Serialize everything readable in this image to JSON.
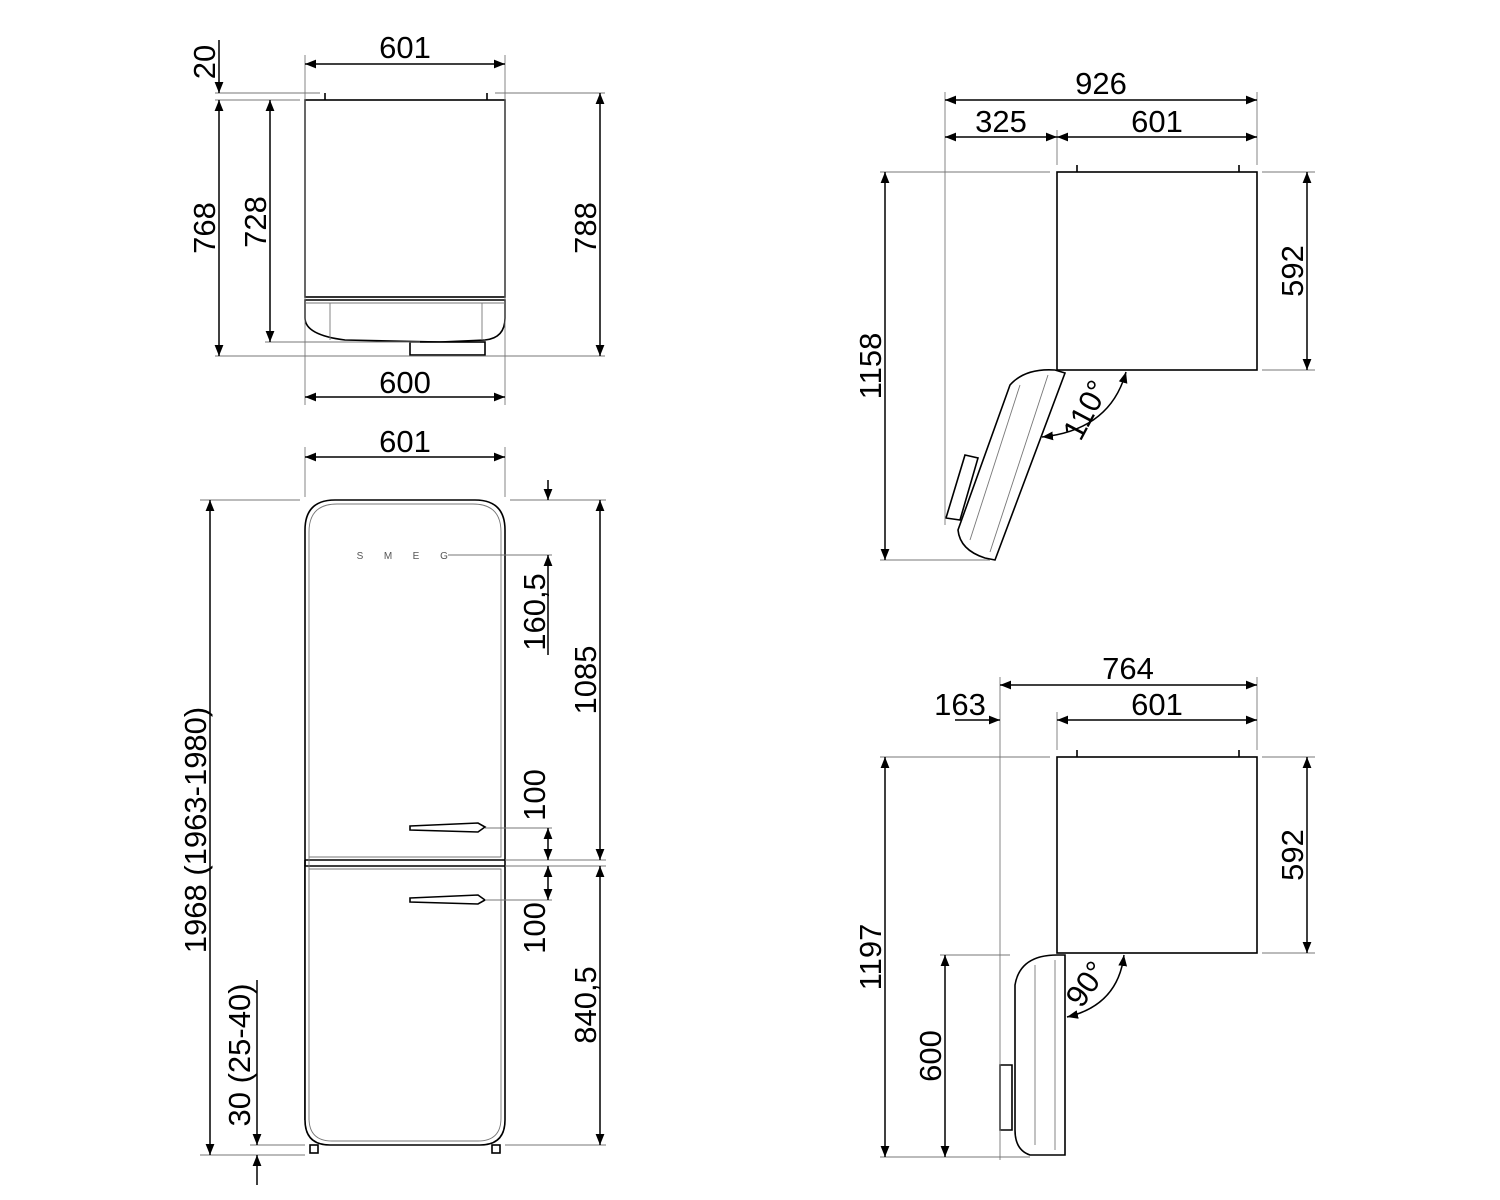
{
  "top_view": {
    "width_top": "601",
    "feet_height": "20",
    "depth_768": "768",
    "depth_728": "728",
    "depth_788": "788",
    "width_bottom": "600"
  },
  "front_view": {
    "width": "601",
    "height_total": "1968 (1963-1980)",
    "feet": "30 (25-40)",
    "logo_offset": "160,5",
    "upper_door": "1085",
    "handle_upper": "100",
    "handle_lower": "100",
    "lower_door": "840,5",
    "logo_text": "SMEG"
  },
  "side_view_110": {
    "total_width": "926",
    "door_swing": "325",
    "body_width": "601",
    "depth": "592",
    "open_depth": "1158",
    "angle": "110°"
  },
  "side_view_90": {
    "total_width": "764",
    "door_swing": "163",
    "body_width": "601",
    "depth": "592",
    "open_depth": "1197",
    "door_depth": "600",
    "angle": "90°"
  }
}
